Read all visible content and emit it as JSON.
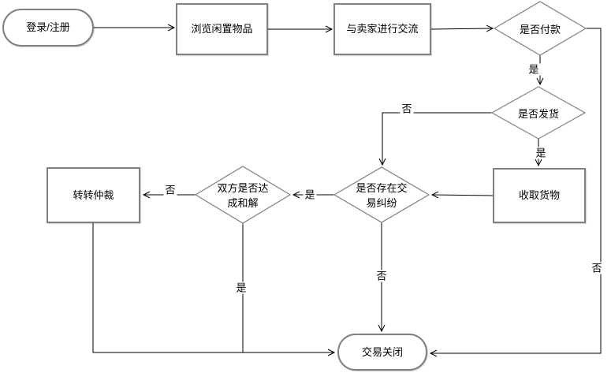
{
  "diagram": {
    "background": "#ffffff",
    "colors": {
      "shape_border": "#808080",
      "connector": "#000000",
      "connector_secondary": "#808080",
      "text": "#000000"
    },
    "nodes": {
      "start": {
        "label": "登录/注册",
        "type": "terminator"
      },
      "browse": {
        "label": "浏览闲置物品",
        "type": "process"
      },
      "communicate": {
        "label": "与卖家进行交流",
        "type": "process"
      },
      "pay": {
        "label": "是否付款",
        "type": "decision"
      },
      "ship": {
        "label": "是否发货",
        "type": "decision"
      },
      "receive": {
        "label": "收取货物",
        "type": "process"
      },
      "dispute": {
        "label": "是否存在交易纠纷",
        "type": "decision"
      },
      "settle": {
        "label": "双方是否达成和解",
        "type": "decision"
      },
      "arbitration": {
        "label": "转转仲裁",
        "type": "process"
      },
      "close": {
        "label": "交易关闭",
        "type": "terminator"
      }
    },
    "edge_labels": {
      "pay_yes": "是",
      "pay_no": "否",
      "ship_yes": "是",
      "ship_no": "否",
      "dispute_yes": "是",
      "dispute_no": "否",
      "settle_yes": "是",
      "settle_no": "否"
    }
  }
}
